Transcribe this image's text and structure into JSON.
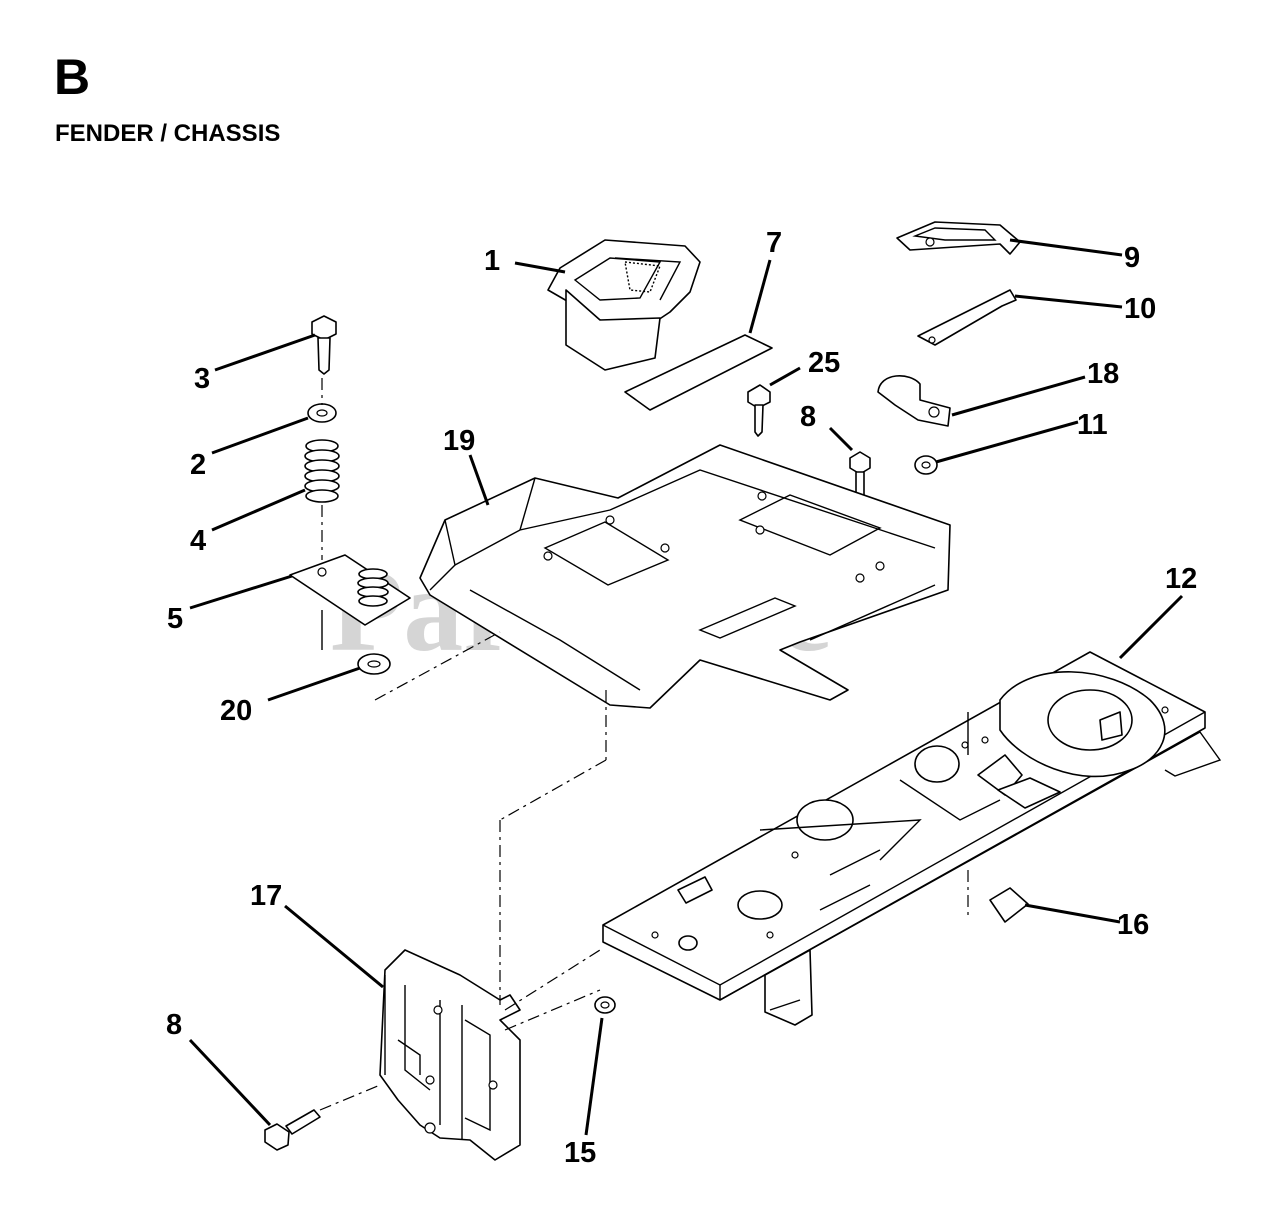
{
  "header": {
    "section_letter": "B",
    "section_title": "FENDER / CHASSIS"
  },
  "watermark": {
    "text": "PartsTree",
    "trademark": "™"
  },
  "callouts": [
    {
      "id": "c1",
      "label": "1"
    },
    {
      "id": "c7",
      "label": "7"
    },
    {
      "id": "c9",
      "label": "9"
    },
    {
      "id": "c10",
      "label": "10"
    },
    {
      "id": "c25",
      "label": "25"
    },
    {
      "id": "c18",
      "label": "18"
    },
    {
      "id": "c3",
      "label": "3"
    },
    {
      "id": "c8a",
      "label": "8"
    },
    {
      "id": "c11",
      "label": "11"
    },
    {
      "id": "c19",
      "label": "19"
    },
    {
      "id": "c2",
      "label": "2"
    },
    {
      "id": "c4",
      "label": "4"
    },
    {
      "id": "c5",
      "label": "5"
    },
    {
      "id": "c12",
      "label": "12"
    },
    {
      "id": "c20",
      "label": "20"
    },
    {
      "id": "c17",
      "label": "17"
    },
    {
      "id": "c16",
      "label": "16"
    },
    {
      "id": "c8b",
      "label": "8"
    },
    {
      "id": "c15",
      "label": "15"
    }
  ]
}
